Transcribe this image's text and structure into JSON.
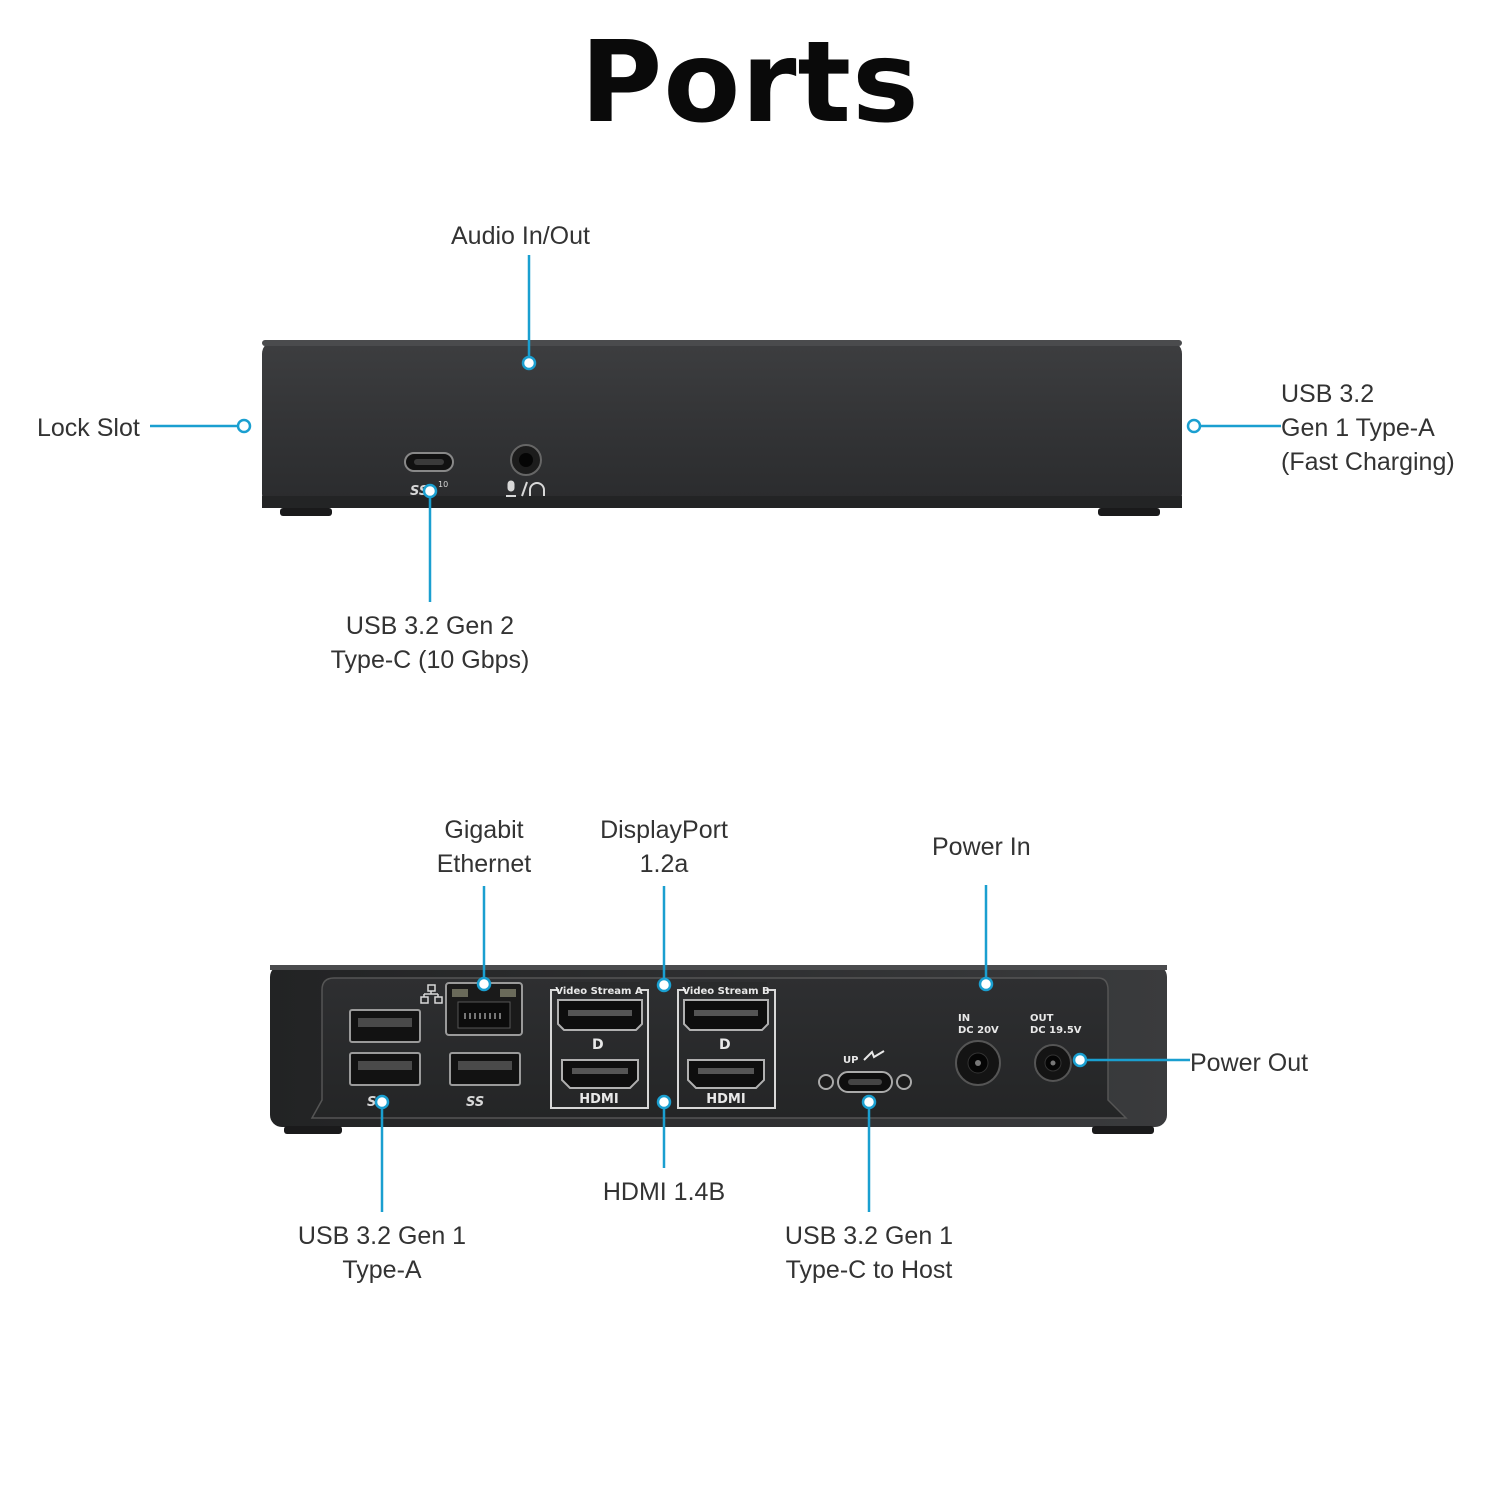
{
  "title": "Ports",
  "accent_color": "#1a9fd0",
  "front_view": {
    "labels": {
      "audio": "Audio In/Out",
      "lock": "Lock Slot",
      "usb_a_fast": [
        "USB 3.2",
        "Gen 1 Type-A",
        "(Fast Charging)"
      ],
      "usb_c_front": [
        "USB 3.2 Gen 2",
        "Type-C (10 Gbps)"
      ]
    },
    "device_markings": {
      "usb_c_logo": "SS",
      "usb_c_speed": "10"
    }
  },
  "rear_view": {
    "labels": {
      "ethernet": [
        "Gigabit",
        "Ethernet"
      ],
      "displayport": [
        "DisplayPort",
        "1.2a"
      ],
      "power_in": "Power In",
      "power_out": "Power Out",
      "usb_a": [
        "USB 3.2 Gen 1",
        "Type-A"
      ],
      "hdmi": "HDMI 1.4B",
      "usb_c_host": [
        "USB 3.2 Gen 1",
        "Type-C to Host"
      ]
    },
    "device_markings": {
      "stream_a": "Video Stream A",
      "stream_b": "Video Stream B",
      "dp_logo": "D",
      "hdmi_logo": "HDMI",
      "usb_logo": "SS",
      "up": "UP",
      "in_label": [
        "IN",
        "DC 20V"
      ],
      "out_label": [
        "OUT",
        "DC 19.5V"
      ]
    }
  }
}
